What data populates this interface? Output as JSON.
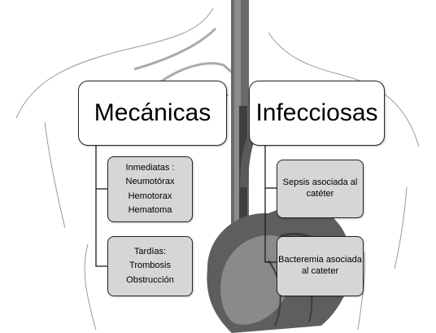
{
  "diagram": {
    "left": {
      "title": "Mecánicas",
      "items": [
        {
          "lines": [
            "Inmediatas :",
            "Neumotórax",
            "Hemotorax",
            "Hematoma"
          ]
        },
        {
          "lines": [
            "Tardías:",
            "Trombosis",
            "Obstrucción"
          ]
        }
      ]
    },
    "right": {
      "title": "Infecciosas",
      "items": [
        {
          "lines": [
            "Sepsis asociada al",
            "catéter"
          ]
        },
        {
          "lines": [
            "Bacteremia asociada",
            "al cateter"
          ]
        }
      ]
    }
  },
  "colors": {
    "header_fill": "#ffffff",
    "item_fill": "#d6d6d6",
    "border": "#222222",
    "background_art": "#4a4a4a"
  }
}
